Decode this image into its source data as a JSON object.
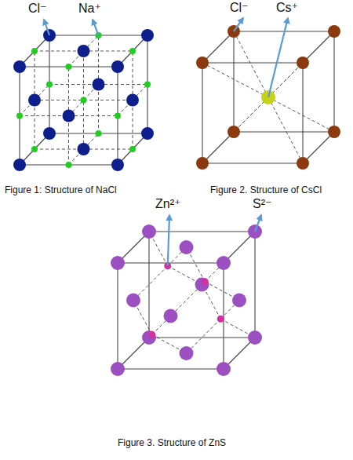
{
  "diagram": {
    "labels": [
      "Cl⁻",
      "Na⁺",
      "Figure 1: Structure of NaCl",
      "Cl⁻",
      "Cs⁺",
      "Figure 2. Structure of CsCl",
      "Zn²⁺",
      "S²⁻",
      "Figure 3. Structure of ZnS"
    ]
  }
}
